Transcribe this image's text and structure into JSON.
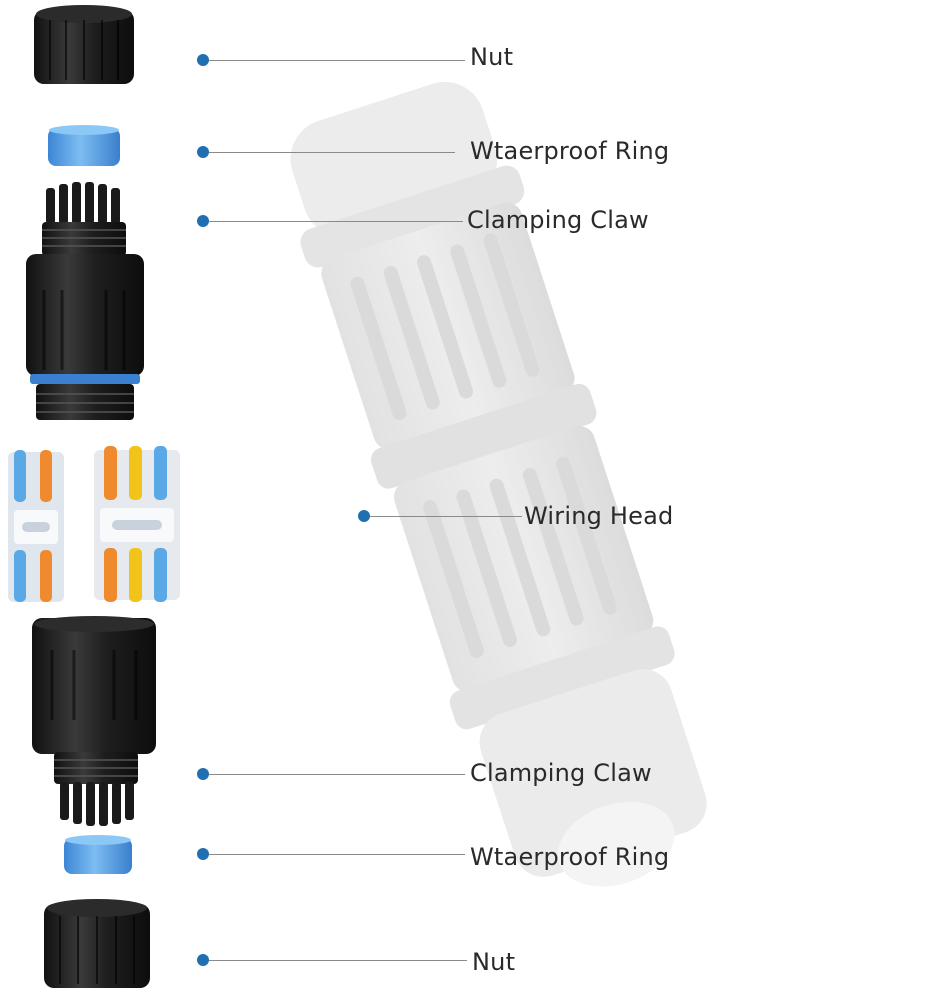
{
  "callouts": [
    {
      "label": "Nut"
    },
    {
      "label": "Wtaerproof Ring"
    },
    {
      "label": "Clamping Claw"
    },
    {
      "label": "Wiring Head"
    },
    {
      "label": "Clamping Claw"
    },
    {
      "label": "Wtaerproof Ring"
    },
    {
      "label": "Nut"
    }
  ],
  "colors": {
    "dot": "#1f6fb2",
    "leader": "#8a8a8a",
    "nut": "#222222",
    "ring": "#4a9ee8",
    "housing": "#e6e6e6",
    "lever_blue": "#5aa9e6",
    "lever_orange": "#f08a2e",
    "lever_yellow": "#f2c419"
  }
}
